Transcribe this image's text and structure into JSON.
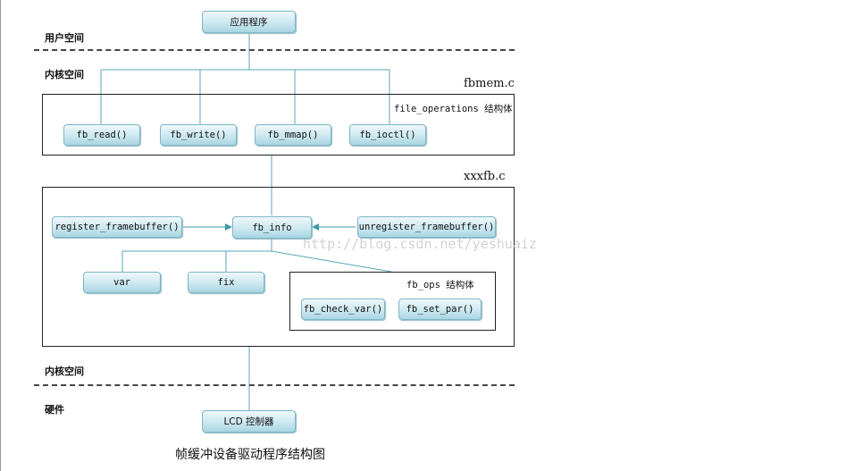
{
  "nodes": {
    "app": "应用程序",
    "fb_read": "fb_read()",
    "fb_write": "fb_write()",
    "fb_mmap": "fb_mmap()",
    "fb_ioctl": "fb_ioctl()",
    "register": "register_framebuffer()",
    "fb_info": "fb_info",
    "unregister": "unregister_framebuffer()",
    "var": "var",
    "fix": "fix",
    "fb_check_var": "fb_check_var()",
    "fb_set_par": "fb_set_par()",
    "lcd": "LCD 控制器"
  },
  "zones": {
    "user_space": "用户空间",
    "kernel_space_top": "内核空间",
    "kernel_space_bottom": "内核空间",
    "hardware": "硬件"
  },
  "files": {
    "fbmem": "fbmem.c",
    "xxxfb": "xxxfb.c"
  },
  "labels": {
    "file_operations": "file_operations 结构体",
    "fb_ops": "fb_ops 结构体"
  },
  "watermark": "http://blog.csdn.net/yeshuaiz",
  "caption": "帧缓冲设备驱动程序结构图",
  "colors": {
    "node_border": "#7fb6c6",
    "connector": "#5aa6bb",
    "arrow": "#3e9aa8"
  }
}
